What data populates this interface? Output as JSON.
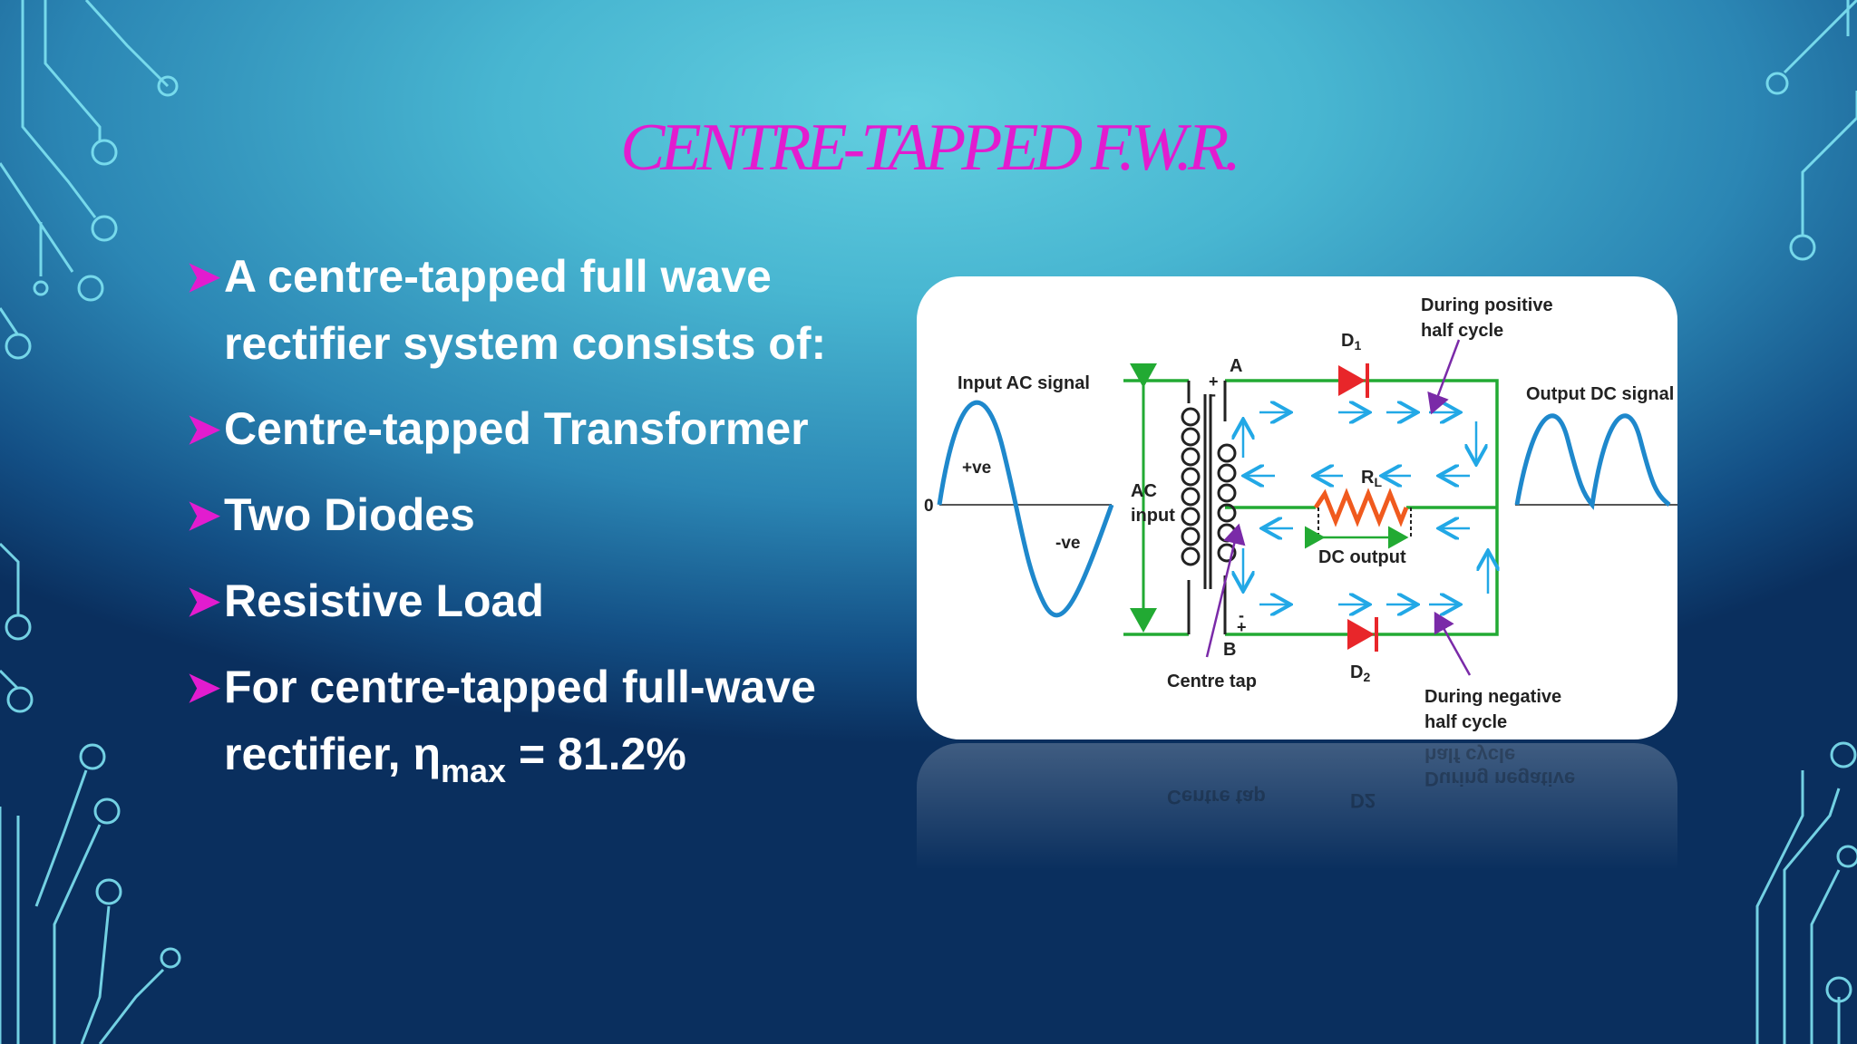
{
  "title": "CENTRE-TAPPED F.W.R.",
  "bullets": [
    {
      "line1": "A centre-tapped full wave",
      "line2": "rectifier system consists of:"
    },
    {
      "text": "Centre-tapped Transformer"
    },
    {
      "text": "Two Diodes"
    },
    {
      "text": "Resistive Load"
    },
    {
      "line1": "For centre-tapped full-wave",
      "line2_pre": "rectifier, η",
      "line2_sub": "max",
      "line2_post": " = 81.2%"
    }
  ],
  "colors": {
    "title": "#e21ccf",
    "arrow": "#e21ccf",
    "text": "#ffffff",
    "wire": "#22aa33",
    "wave": "#1e88cc",
    "current": "#22a8e6",
    "diode": "#e8262a",
    "resistor": "#f05a1e",
    "pointer": "#7a2aa8"
  },
  "diagram": {
    "input_label": "Input AC signal",
    "pos_label": "+ve",
    "neg_label": "-ve",
    "zero_label": "0",
    "ac_input_1": "AC",
    "ac_input_2": "input",
    "node_a": "A",
    "node_b": "B",
    "plus_top": "+",
    "minus_top": "-",
    "minus_bottom": "-",
    "plus_bottom": "+",
    "d1": "D",
    "d1_sub": "1",
    "d2": "D",
    "d2_sub": "2",
    "rl": "R",
    "rl_sub": "L",
    "dc_output": "DC output",
    "centre_tap": "Centre tap",
    "pos_cycle_1": "During positive",
    "pos_cycle_2": "half cycle",
    "neg_cycle_1": "During negative",
    "neg_cycle_2": "half cycle",
    "output_label": "Output DC signal"
  },
  "reflection": {
    "r1": "half cycle",
    "r2": "During negative",
    "r3": "Centre tap",
    "r4": "D2"
  }
}
